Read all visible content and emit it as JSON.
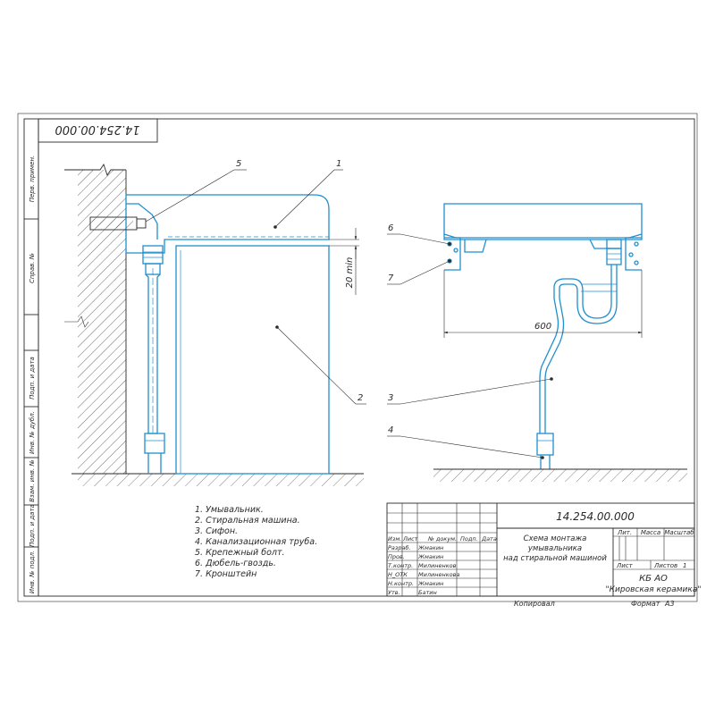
{
  "document_code": "14.254.00.000",
  "title_block": {
    "code": "14.254.00.000",
    "title_lines": [
      "Схема монтажа",
      "умывальника",
      "над стиральной машиной"
    ],
    "col_headers": [
      "Изм.",
      "Лист",
      "№ докум.",
      "Подп.",
      "Дата"
    ],
    "rows": [
      {
        "role": "Разраб.",
        "name": "Жмакин"
      },
      {
        "role": "Пров.",
        "name": "Жмакин"
      },
      {
        "role": "Т.контр.",
        "name": "Милиненков"
      },
      {
        "role": "Н_ОТК",
        "name": "Милиненкова"
      },
      {
        "role": "Н.контр.",
        "name": "Жмакин"
      },
      {
        "role": "Утв.",
        "name": "Батин"
      }
    ],
    "lit_label": "Лит.",
    "mass_label": "Масса",
    "scale_label": "Масштаб",
    "sheet_label": "Лист",
    "sheets_label": "Листов",
    "sheets_value": "1",
    "org_line1": "КБ АО",
    "org_line2": "\"Кировская керамика\"",
    "copied_label": "Копировал",
    "format_label": "Формат",
    "format_value": "А3"
  },
  "side_stamps": [
    "Перв. примен.",
    "Справ. №",
    "Подп. и дата",
    "Инв. № дубл.",
    "Взам. инв. №",
    "Подп. и дата",
    "Инв. № подл."
  ],
  "legend": [
    "1. Умывальник.",
    "2. Стиральная машина.",
    "3. Сифон.",
    "4. Канализационная труба.",
    "5. Крепежный болт.",
    "6. Дюбель-гвоздь.",
    "7. Кронштейн"
  ],
  "callouts": {
    "c1": "1",
    "c2": "2",
    "c3": "3",
    "c4": "4",
    "c5": "5",
    "c6": "6",
    "c7": "7"
  },
  "dimensions": {
    "gap": "20 min",
    "width": "600"
  },
  "colors": {
    "line": "#1f8fcf",
    "ink": "#2a2a2a"
  }
}
